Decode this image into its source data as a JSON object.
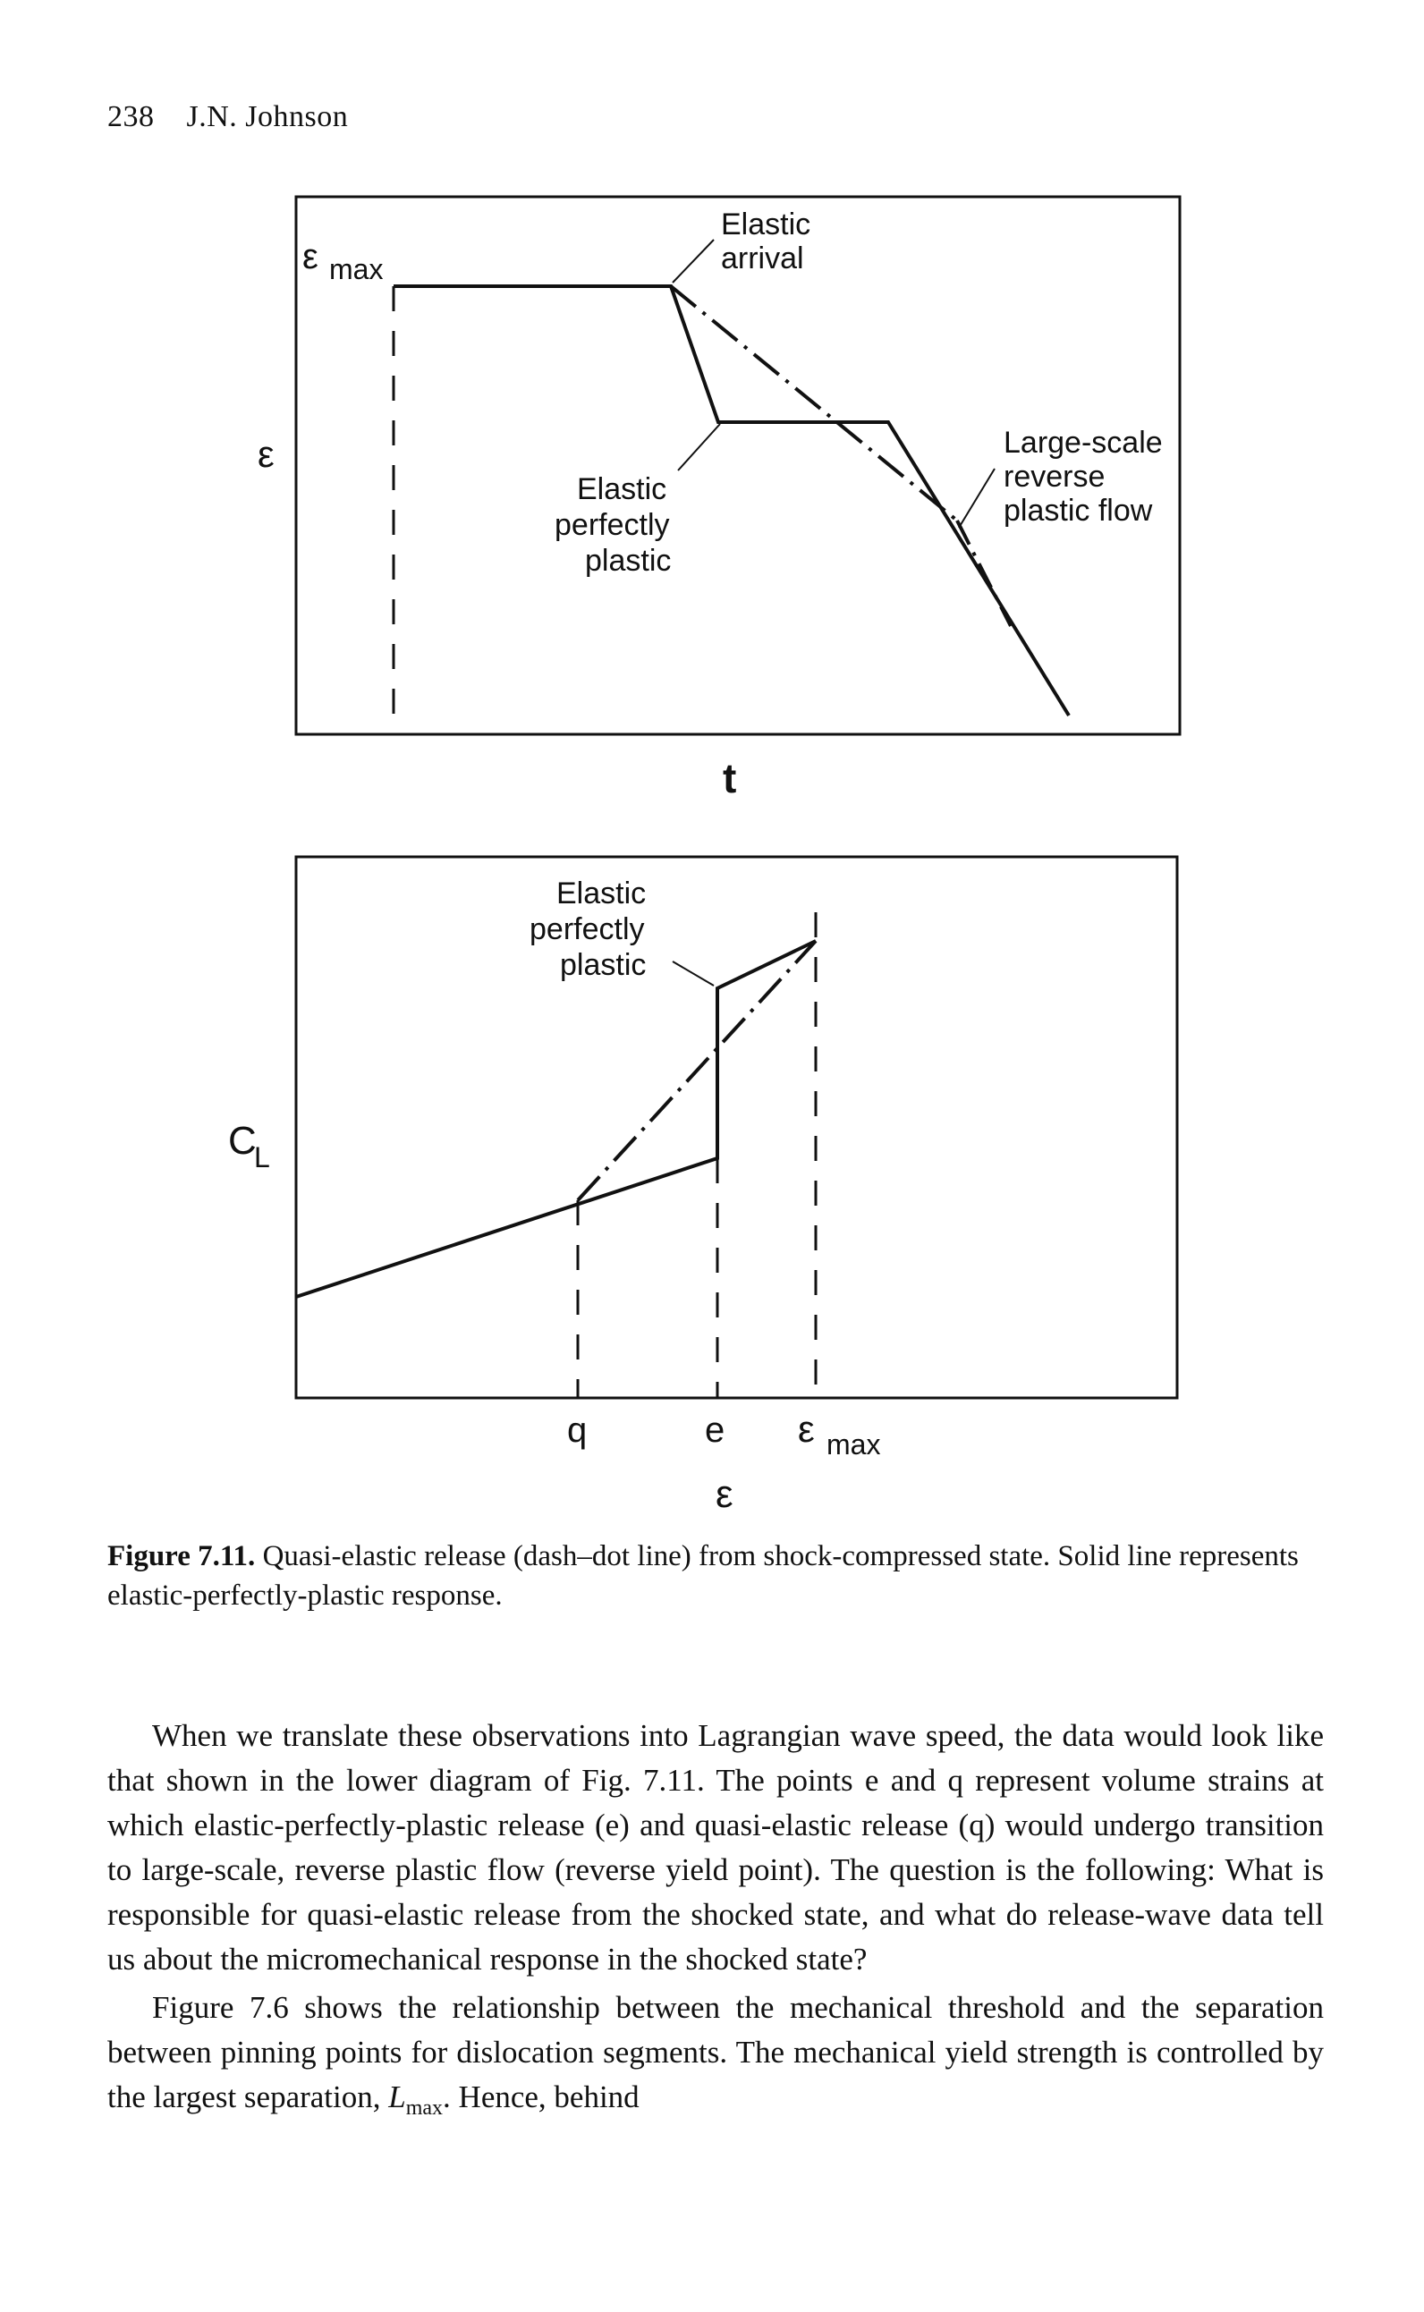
{
  "header": {
    "page_number": "238",
    "author": "J.N. Johnson"
  },
  "top_diagram": {
    "y_axis_label": "ε",
    "x_axis_label": "t",
    "eps_max_symbol": "ε",
    "eps_max_sub": "max",
    "label_elastic_arrival": [
      "Elastic",
      "arrival"
    ],
    "label_epp": [
      "Elastic",
      "perfectly",
      "plastic"
    ],
    "label_reverse_flow": [
      "Large-scale",
      "reverse",
      "plastic flow"
    ]
  },
  "bottom_diagram": {
    "y_axis_label": "C",
    "y_axis_sub": "L",
    "x_axis_label": "ε",
    "label_epp": [
      "Elastic",
      "perfectly",
      "plastic"
    ],
    "tick_q": "q",
    "tick_e": "e",
    "tick_emax_symbol": "ε",
    "tick_emax_sub": "max"
  },
  "caption": {
    "label": "Figure 7.11.",
    "text": " Quasi-elastic release (dash–dot line) from shock-compressed state. Solid line represents elastic-perfectly-plastic response."
  },
  "body": {
    "p1": "When we translate these observations into Lagrangian wave speed, the data would look like that shown in the lower diagram of Fig. 7.11. The points e and q represent volume strains at which elastic-perfectly-plastic release (e) and quasi-elastic release (q) would undergo transition to large-scale, reverse plastic flow (reverse yield point). The question is the following: What is responsible for quasi-elastic release from the shocked state, and what do release-wave data tell us about the micromechanical response in the shocked state?",
    "p2_start": "Figure 7.6 shows the relationship between the mechanical threshold and the separation between pinning points for dislocation segments. The mechanical yield strength is controlled by the largest separation, ",
    "p2_L": "L",
    "p2_Lsub": "max",
    "p2_end": ". Hence, behind"
  }
}
